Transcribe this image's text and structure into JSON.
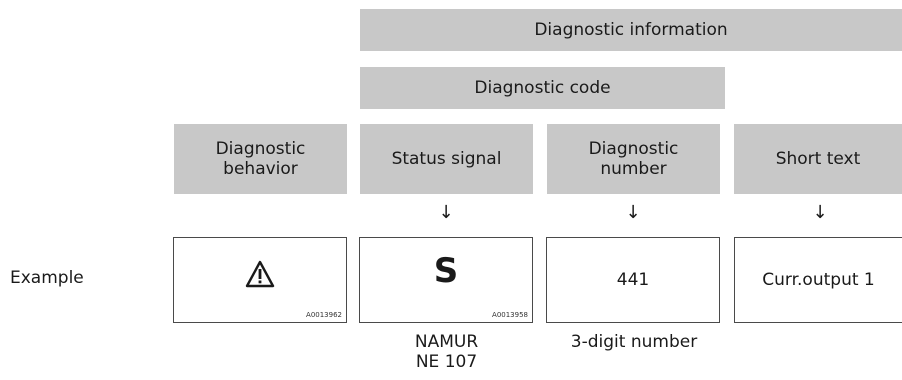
{
  "header": {
    "diagnostic_information": "Diagnostic information",
    "diagnostic_code": "Diagnostic code"
  },
  "columns": {
    "behavior": "Diagnostic\nbehavior",
    "status": "Status signal",
    "number": "Diagnostic\nnumber",
    "text": "Short text"
  },
  "arrow_glyph": "↓",
  "example": {
    "row_label": "Example",
    "behavior_icon": "warning-triangle-icon",
    "behavior_ref": "A0013962",
    "status_symbol": "S",
    "status_ref": "A0013958",
    "number_value": "441",
    "text_value": "Curr.output 1"
  },
  "footnotes": {
    "status": "NAMUR\nNE 107",
    "number": "3-digit number"
  }
}
